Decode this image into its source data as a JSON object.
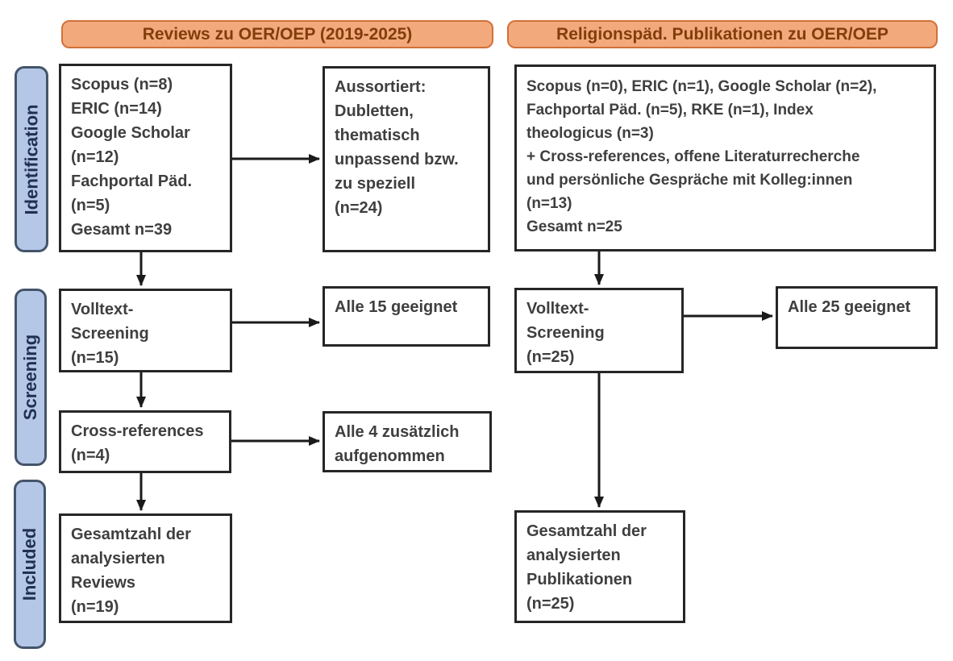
{
  "columns": {
    "left": {
      "header": "Reviews zu OER/OEP (2019-2025)"
    },
    "right": {
      "header": "Religionspäd. Publikationen zu OER/OEP"
    }
  },
  "stages": {
    "identification": "Identification",
    "screening": "Screening",
    "included": "Included"
  },
  "boxes": {
    "left_sources": "Scopus (n=8)\nERIC (n=14)\nGoogle Scholar\n(n=12)\nFachportal Päd.\n(n=5)\nGesamt n=39",
    "left_excluded": "Aussortiert:\nDubletten,\nthematisch\nunpassend bzw.\nzu speziell\n(n=24)",
    "left_fulltext": "Volltext-\nScreening\n(n=15)",
    "left_fulltext_result": "Alle 15 geeignet",
    "left_crossref": "Cross-references\n(n=4)",
    "left_crossref_result": "Alle 4 zusätzlich\naufgenommen",
    "left_included": "Gesamtzahl der\nanalysierten\nReviews\n(n=19)",
    "right_sources": "Scopus (n=0), ERIC (n=1), Google Scholar (n=2),\nFachportal Päd. (n=5), RKE (n=1), Index\ntheologicus (n=3)\n+ Cross-references, offene Literaturrecherche\nund persönliche Gespräche mit Kolleg:innen\n(n=13)\nGesamt n=25",
    "right_fulltext": "Volltext-\nScreening\n(n=25)",
    "right_fulltext_result": "Alle 25 geeignet",
    "right_included": "Gesamtzahl der\nanalysierten\nPublikationen\n(n=25)"
  },
  "colors": {
    "header_fill": "#F2A97C",
    "header_border": "#D2713A",
    "header_text": "#833C0B",
    "stage_fill": "#B4C7E7",
    "stage_border": "#44546A",
    "stage_text": "#1F3050",
    "box_border": "#262626",
    "box_text": "#3F3F3F",
    "arrow": "#1A1A1A"
  }
}
